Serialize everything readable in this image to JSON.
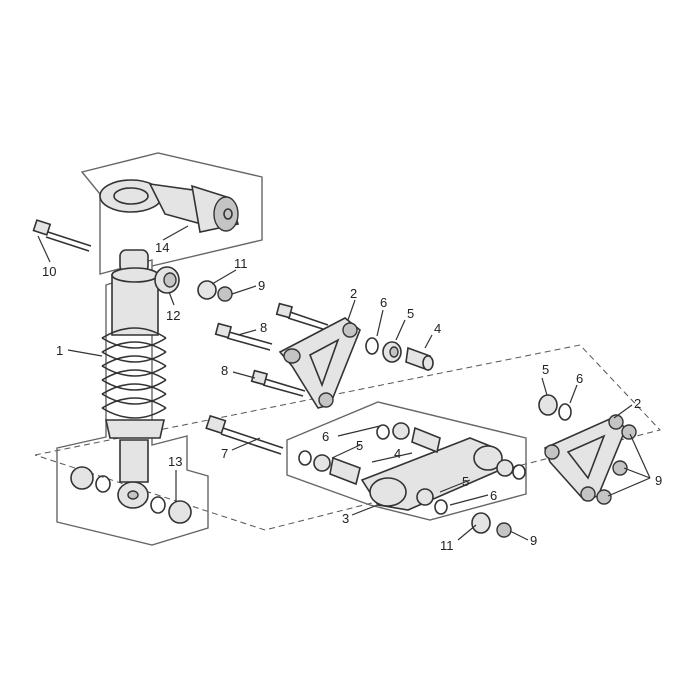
{
  "diagram": {
    "callouts": {
      "c1": "1",
      "c2a": "2",
      "c2b": "2",
      "c3": "3",
      "c4a": "4",
      "c4b": "4",
      "c5a": "5",
      "c5b": "5",
      "c5c": "5",
      "c5d": "5",
      "c6a": "6",
      "c6b": "6",
      "c6c": "6",
      "c6d": "6",
      "c7": "7",
      "c8a": "8",
      "c8b": "8",
      "c9a": "9",
      "c9b": "9",
      "c9c": "9",
      "c10": "10",
      "c11a": "11",
      "c11b": "11",
      "c12": "12",
      "c13": "13",
      "c14": "14"
    }
  }
}
